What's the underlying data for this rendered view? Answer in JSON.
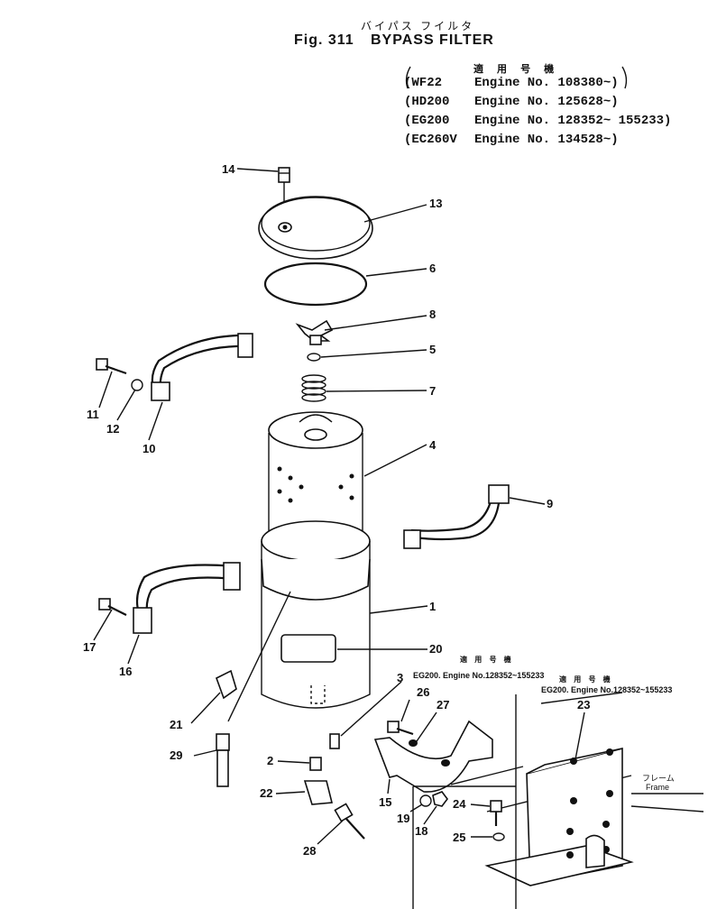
{
  "header": {
    "title_jp": "バイパス フイルタ",
    "fig_label": "Fig. 311",
    "title": "BYPASS FILTER"
  },
  "applicability": {
    "heading_jp": "適 用 号 機",
    "rows": [
      {
        "model": "(WF22",
        "engine": "Engine No. 108380~)"
      },
      {
        "model": "(HD200",
        "engine": "Engine No. 125628~)"
      },
      {
        "model": "(EG200",
        "engine": "Engine No. 128352~ 155233)"
      },
      {
        "model": "(EC260V",
        "engine": "Engine No. 134528~)"
      }
    ]
  },
  "notes": {
    "bracket_heading_jp": "適 用 号 機",
    "bracket_applicability": "EG200. Engine No.128352~155233",
    "stand_heading_jp": "適 用 号 機",
    "stand_applicability": "EG200. Engine No.128352~155233",
    "frame_jp": "フレーム",
    "frame_en": "Frame"
  },
  "callouts": [
    "14",
    "13",
    "6",
    "8",
    "5",
    "7",
    "11",
    "12",
    "10",
    "4",
    "9",
    "1",
    "17",
    "16",
    "20",
    "3",
    "26",
    "27",
    "23",
    "21",
    "29",
    "2",
    "22",
    "15",
    "19",
    "18",
    "24",
    "25",
    "28"
  ]
}
